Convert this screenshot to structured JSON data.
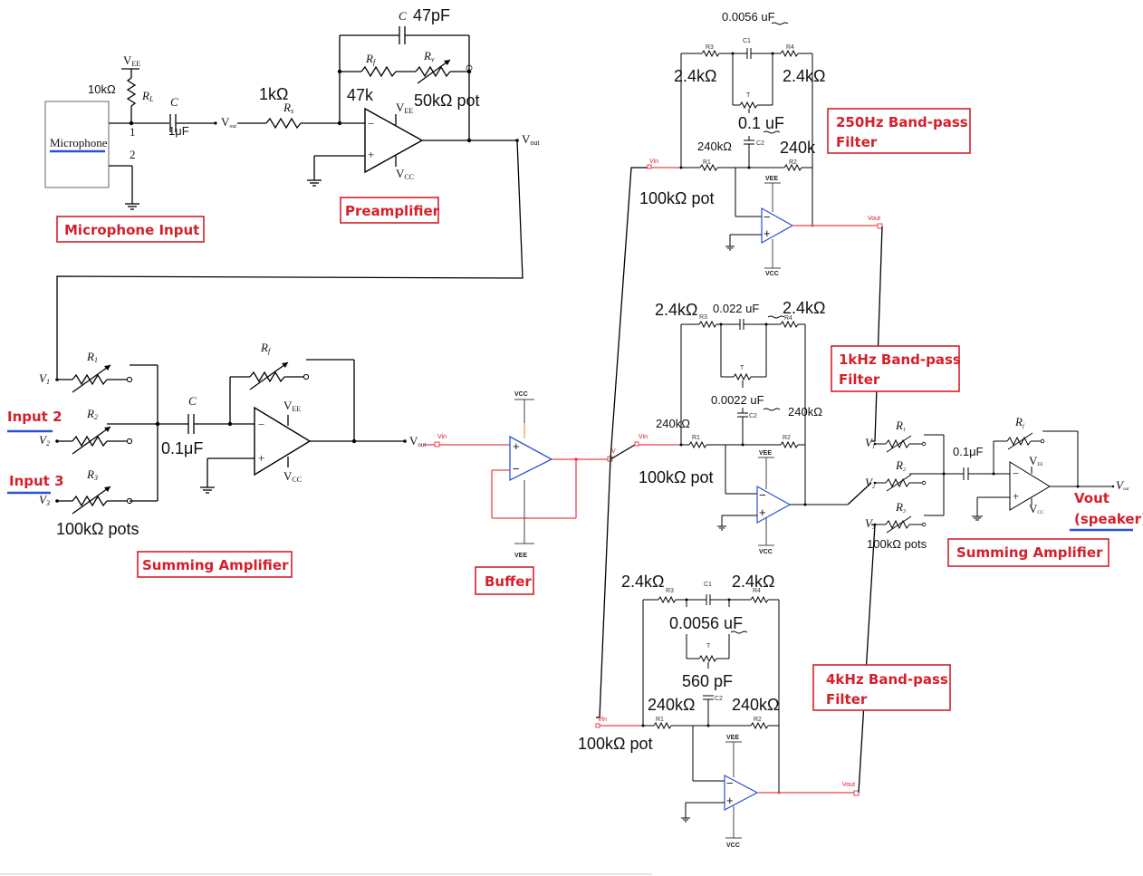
{
  "blocks": {
    "microphone_input": "Microphone Input",
    "preamplifier": "Preamplifier",
    "summing_amplifier_left": "Summing Amplifier",
    "buffer": "Buffer",
    "filter_250hz_line1": "250Hz Band-pass",
    "filter_250hz_line2": "Filter",
    "filter_1khz_line1": "1kHz Band-pass",
    "filter_1khz_line2": "Filter",
    "filter_4khz_line1": "4kHz Band-pass",
    "filter_4khz_line2": "Filter",
    "summing_amplifier_right": "Summing Amplifier"
  },
  "microphone": {
    "label": "Microphone",
    "vee": "V",
    "vee_sub": "EE",
    "rl": "R",
    "rl_sub": "L",
    "rl_value": "10kΩ",
    "pin1": "1",
    "pin2": "2"
  },
  "preamp": {
    "c_in": "C",
    "c_in_value": "1μF",
    "rs": "R",
    "rs_sub": "s",
    "rs_value": "1kΩ",
    "vout_small": "V",
    "vout_small_sub": "out",
    "cf": "C",
    "cf_value": "47pF",
    "rf": "R",
    "rf_sub": "f",
    "rf_value": "47k",
    "rv": "R",
    "rv_sub": "v",
    "rv_value": "50kΩ pot",
    "vee": "V",
    "vee_sub": "EE",
    "vcc": "V",
    "vcc_sub": "CC",
    "vout": "V",
    "vout_sub": "out"
  },
  "summing_left": {
    "input2": "Input 2",
    "input3": "Input 3",
    "v1": "V",
    "v1_sub": "1",
    "v2": "V",
    "v2_sub": "2",
    "v3": "V",
    "v3_sub": "3",
    "r1": "R",
    "r1_sub": "1",
    "r2": "R",
    "r2_sub": "2",
    "r3": "R",
    "r3_sub": "3",
    "rf": "R",
    "rf_sub": "f",
    "c": "C",
    "c_value": "0.1μF",
    "pots": "100kΩ pots",
    "vee": "V",
    "vee_sub": "EE",
    "vcc": "V",
    "vcc_sub": "CC",
    "vout": "V",
    "vout_sub": "out"
  },
  "buffer": {
    "vin": "Vin",
    "vcc": "VCC",
    "vee": "VEE",
    "out_label": "V"
  },
  "filter_250": {
    "c1_value": "0.0056 uF",
    "c1": "C1",
    "r3": "R3",
    "r4": "R4",
    "r3_value": "2.4kΩ",
    "r4_value": "2.4kΩ",
    "t": "T",
    "c2": "C2",
    "c2_value": "0.1 uF",
    "r1_value": "240kΩ",
    "r2_value": "240k",
    "r1": "R1",
    "r2": "R2",
    "vin": "Vin",
    "pot": "100kΩ pot",
    "vee": "VEE",
    "vcc": "VCC",
    "vout": "Vout"
  },
  "filter_1k": {
    "r3_value": "2.4kΩ",
    "r3": "R3",
    "c1_value": "0.022 uF",
    "r4_value": "2.4kΩ",
    "r4": "R4",
    "t": "T",
    "c2_value": "0.0022 uF",
    "c2": "C2",
    "r1_value": "240kΩ",
    "r2_value": "240kΩ",
    "r1": "R1",
    "r2": "R2",
    "vin": "Vin",
    "pot": "100kΩ pot",
    "vee": "VEE",
    "vcc": "VCC"
  },
  "filter_4k": {
    "r3_value": "2.4kΩ",
    "r3": "R3",
    "c1": "C1",
    "r4_value": "2.4kΩ",
    "r4": "R4",
    "c1_value": "0.0056 uF",
    "t": "T",
    "c2_value": "560 pF",
    "c2": "C2",
    "r1_value": "240kΩ",
    "r2_value": "240kΩ",
    "r1": "R1",
    "r2": "R2",
    "vin": "Vin",
    "pot": "100kΩ pot",
    "vee": "VEE",
    "vcc": "VCC",
    "vout": "Vout"
  },
  "summing_right": {
    "v1": "V",
    "v1_sub": "1",
    "v2": "V",
    "v2_sub": "2",
    "v3": "V",
    "v3_sub": "3",
    "r1": "R",
    "r1_sub": "1",
    "r2": "R",
    "r2_sub": "2",
    "r3": "R",
    "r3_sub": "3",
    "rf": "R",
    "rf_sub": "f",
    "c_value": "0.1μF",
    "pots": "100kΩ pots",
    "vee": "V",
    "vee_sub": "EE",
    "vcc": "V",
    "vcc_sub": "CC",
    "vout": "V",
    "vout_sub": "out",
    "speaker_line1": "Vout",
    "speaker_line2": "(speaker)"
  },
  "colors": {
    "label_red": "#d4202b",
    "underline_blue": "#2b50d6",
    "opamp_blue": "#2b50d6",
    "wire_red": "#e8434f",
    "wire_black": "#000000"
  }
}
